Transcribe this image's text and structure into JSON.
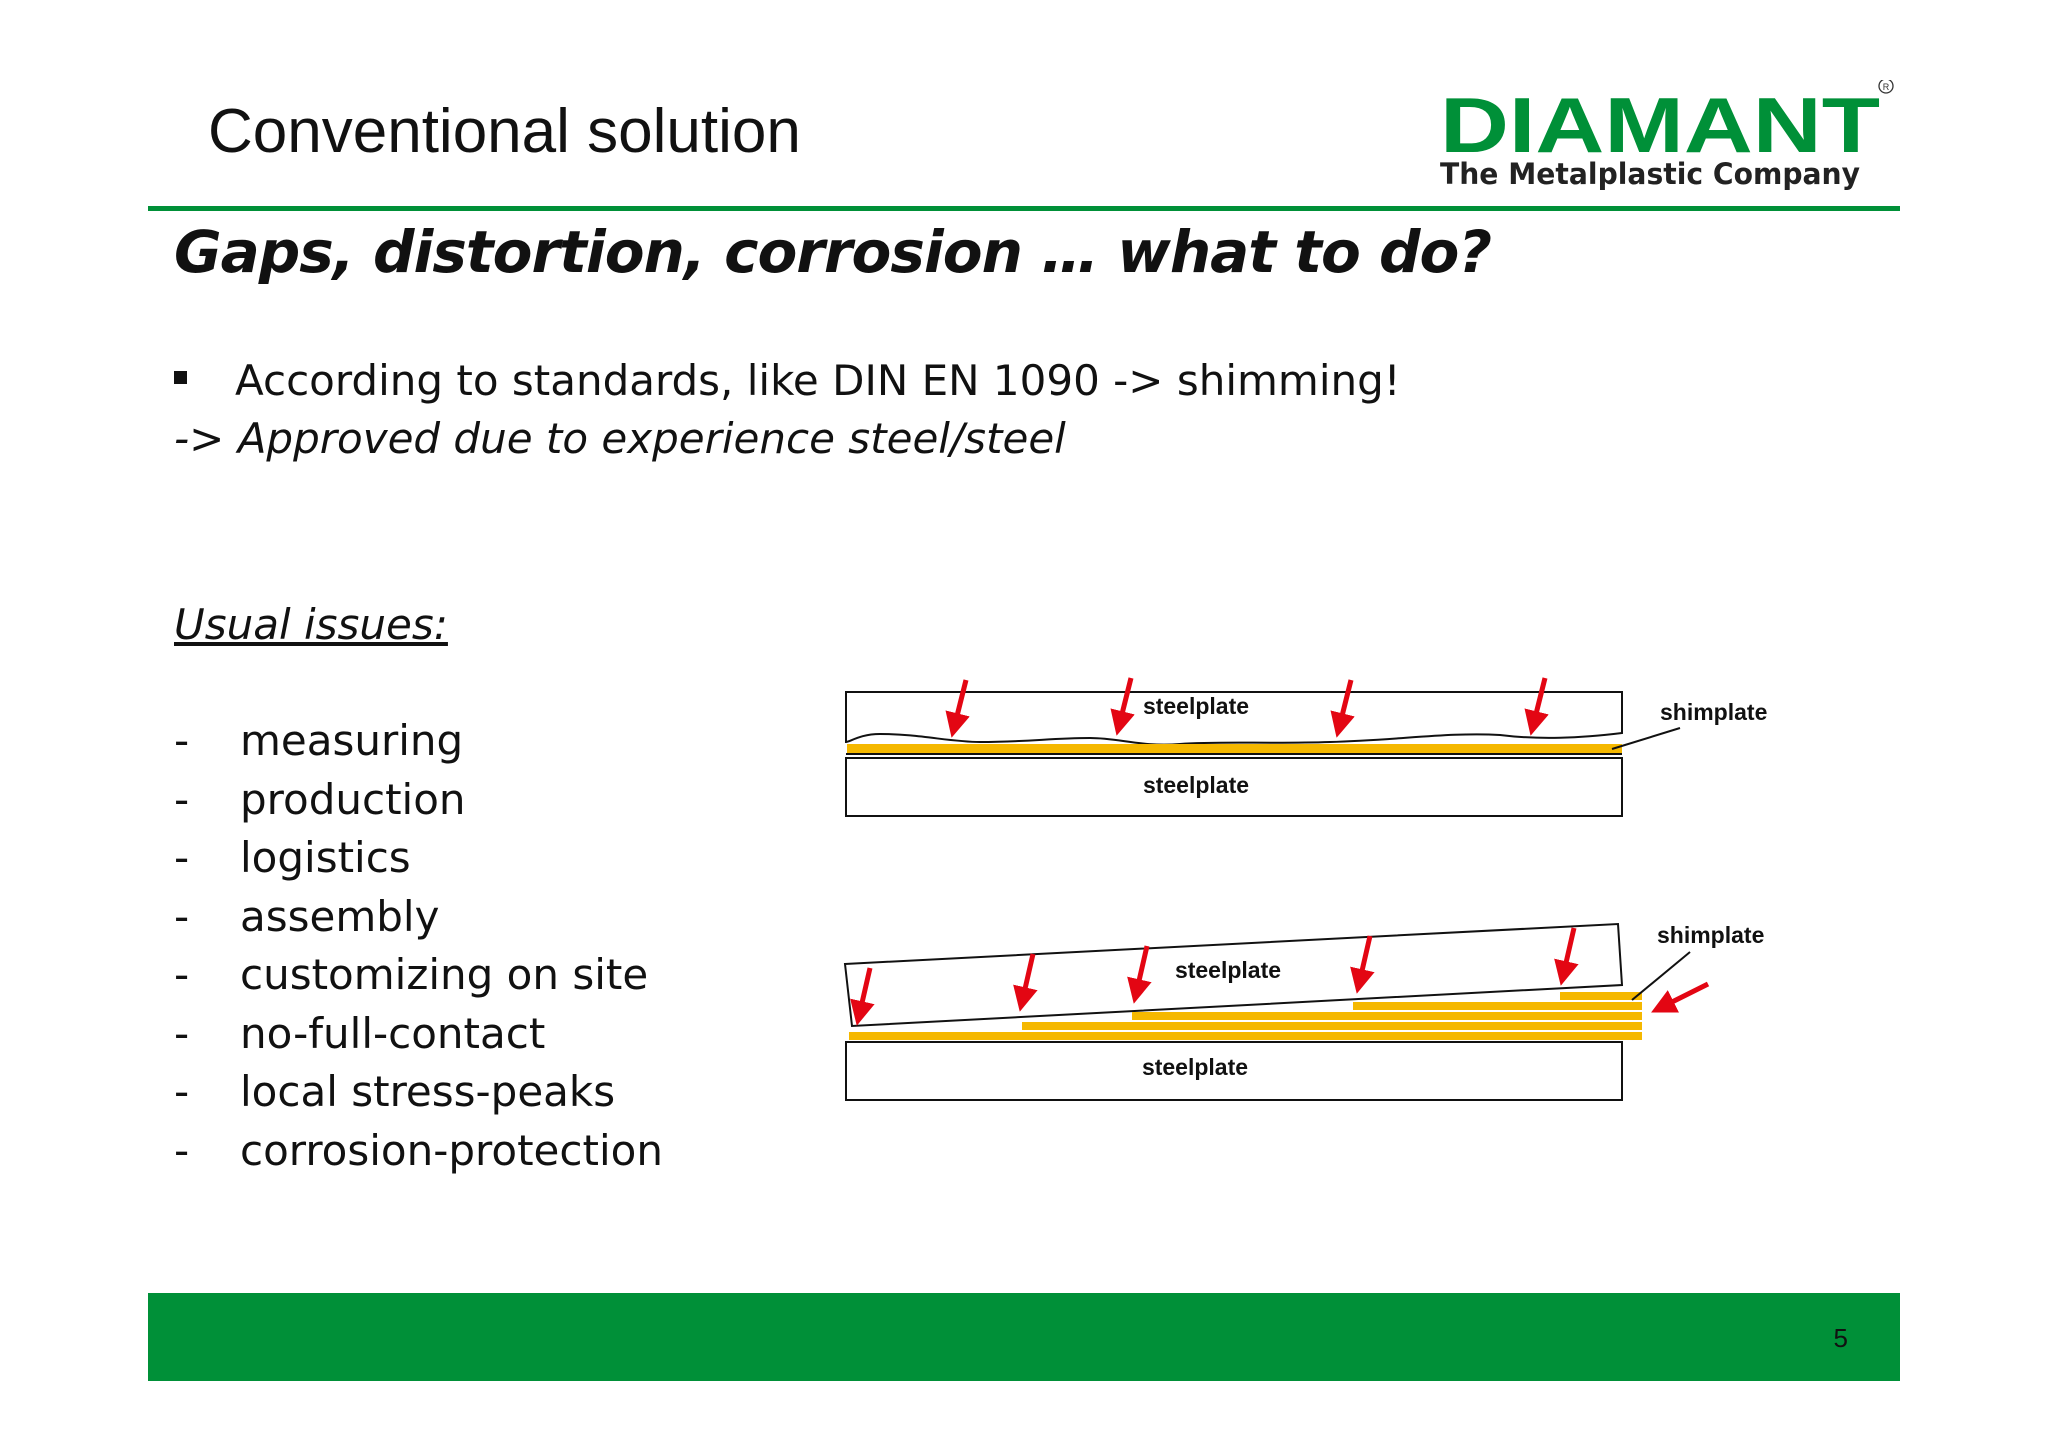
{
  "slide": {
    "title": "Conventional solution",
    "subtitle": "Gaps, distortion, corrosion … what to do?",
    "bullet": "According to standards, like DIN EN 1090 -> shimming!",
    "approved": "-> Approved due to experience steel/steel",
    "usual_issues_heading": "Usual issues:",
    "issues": [
      {
        "dash": "-",
        "text": "measuring"
      },
      {
        "dash": "-",
        "text": "production"
      },
      {
        "dash": "-",
        "text": "logistics"
      },
      {
        "dash": "-",
        "text": "assembly"
      },
      {
        "dash": "-",
        "text": "customizing on site"
      },
      {
        "dash": "-",
        "text": "no-full-contact"
      },
      {
        "dash": "-",
        "text": "local stress-peaks"
      },
      {
        "dash": "-",
        "text": "corrosion-protection"
      }
    ],
    "page_number": "5"
  },
  "logo": {
    "brand": "DIAMANT",
    "tagline": "The Metalplastic Company",
    "registered": "R"
  },
  "diagram": {
    "top": {
      "upper_plate_label": "steelplate",
      "lower_plate_label": "steelplate",
      "shim_label": "shimplate"
    },
    "bottom": {
      "upper_plate_label": "steelplate",
      "lower_plate_label": "steelplate",
      "shim_label": "shimplate"
    }
  },
  "colors": {
    "brand_green": "#009038",
    "shim_yellow": "#F5B800",
    "arrow_red": "#E30613"
  }
}
